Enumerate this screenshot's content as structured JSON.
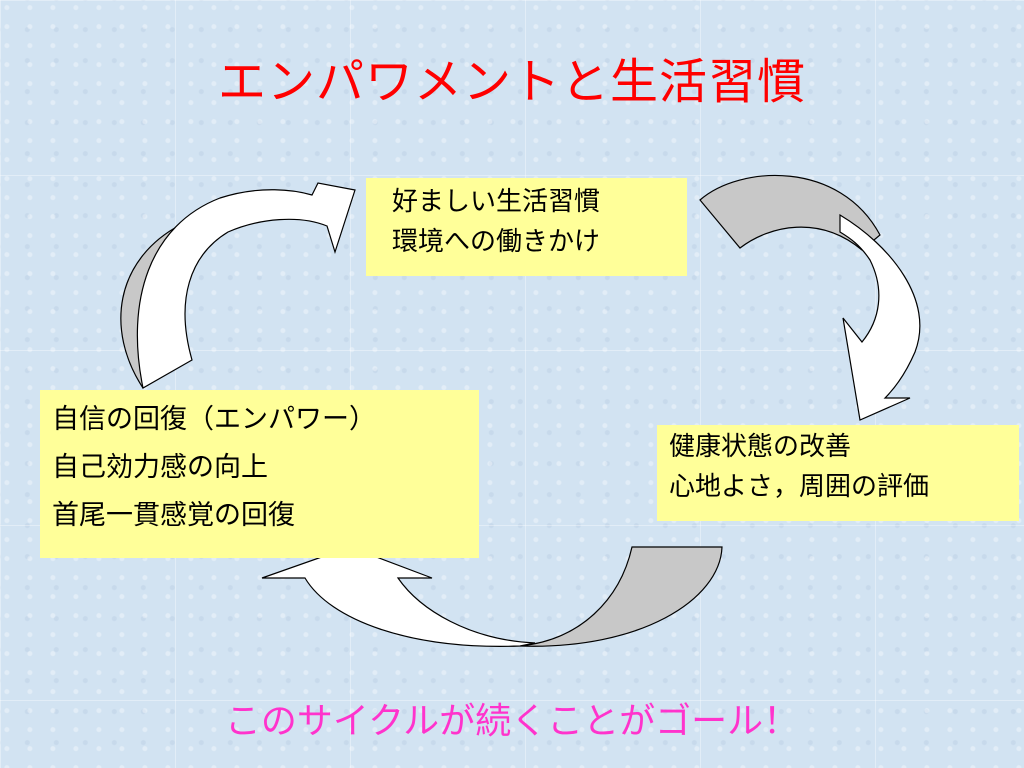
{
  "title": "エンパワメントと生活習慣",
  "boxes": {
    "top": {
      "line1": "好ましい生活習慣",
      "line2": "環境への働きかけ"
    },
    "left": {
      "line1": "自信の回復（エンパワー）",
      "line2": "自己効力感の向上",
      "line3": "首尾一貫感覚の回復"
    },
    "right": {
      "line1": "健康状態の改善",
      "line2": "心地よさ，周囲の評価"
    }
  },
  "footer": "このサイクルが続くことがゴール！",
  "colors": {
    "title": "#ff0000",
    "footer": "#ff33cc",
    "box_fill": "#ffff99",
    "background": "#d2e3f2",
    "arrow_white": "#ffffff",
    "arrow_gray": "#c8c8c8"
  }
}
